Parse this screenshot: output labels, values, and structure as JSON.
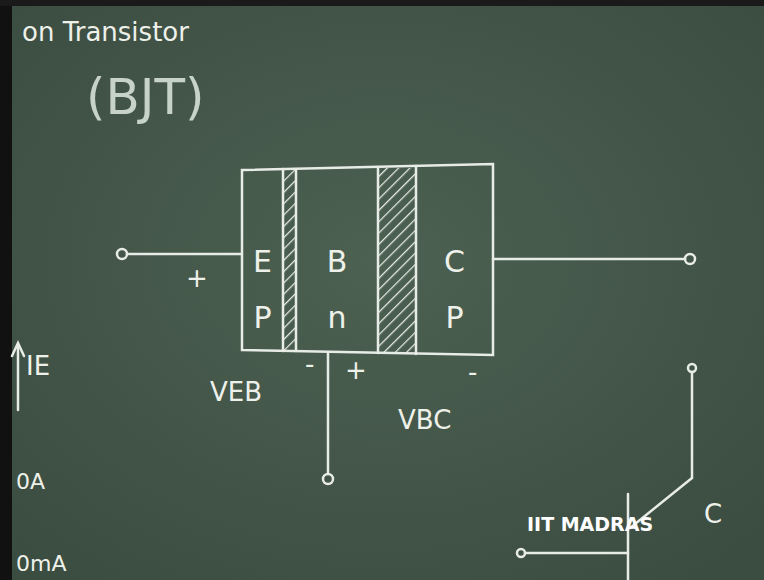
{
  "diagram": {
    "title": "on Transistor",
    "nodes": [
      {
        "text": [
          "E",
          "P"
        ]
      },
      {
        "text": [
          "B",
          "n"
        ]
      },
      {
        "text": [
          "C",
          "P"
        ]
      }
    ],
    "labels": [
      "(BJT)",
      "+",
      "VEB",
      "-",
      "+",
      "VBC",
      "-",
      "IE",
      "0A",
      "0mA",
      "IIT MADRAS",
      "C"
    ]
  }
}
